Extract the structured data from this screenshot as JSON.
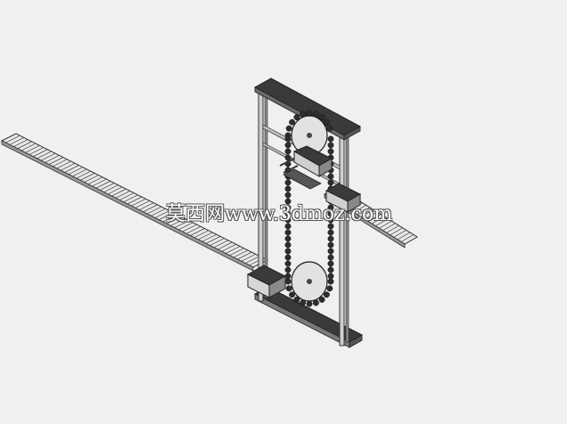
{
  "scene": {
    "watermark_text": "莫西网www.3dmoz.com",
    "colors": {
      "background": "#f0f0f0",
      "dark_metal": "#3a3a3a",
      "mid_metal": "#7a7a7a",
      "light_metal": "#d8d8d8",
      "conveyor_fill": "#e6e6e6",
      "outline": "#2b2b2b"
    },
    "components": [
      "left-conveyor",
      "right-conveyor",
      "vertical-frame",
      "sprocket-chain",
      "top-beam",
      "base-plate"
    ]
  }
}
